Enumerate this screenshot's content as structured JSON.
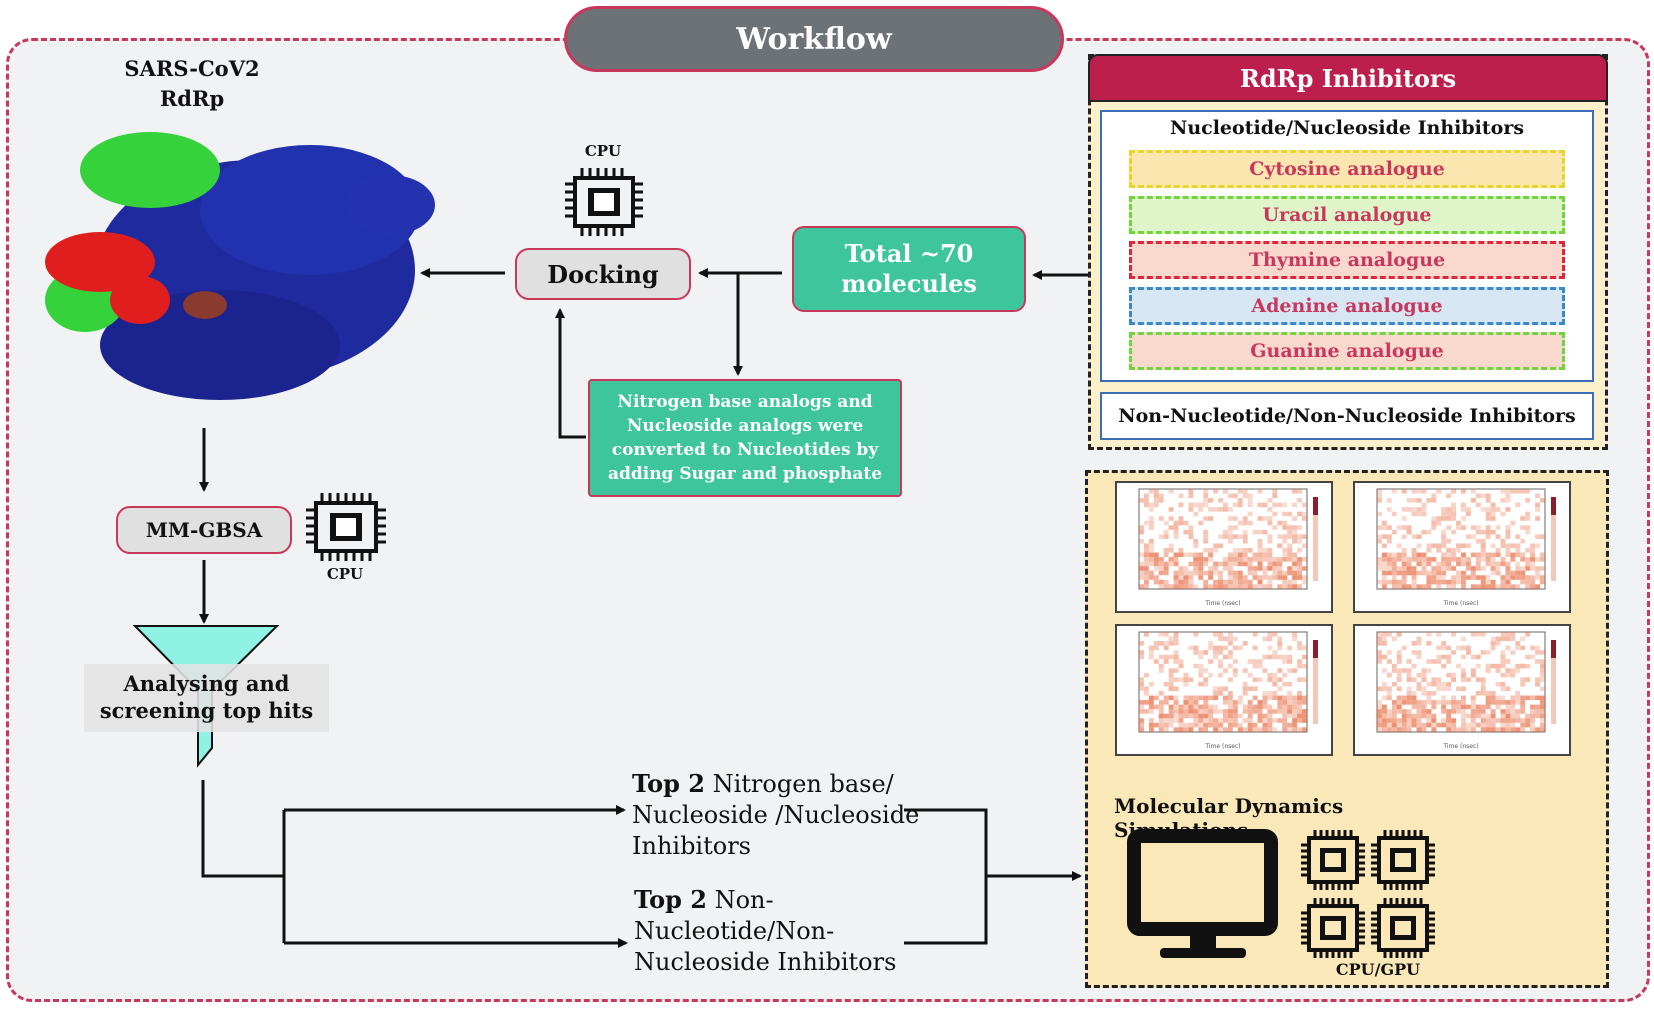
{
  "title": "Workflow",
  "protein": {
    "line1": "SARS-CoV2",
    "line2": "RdRp"
  },
  "cpu_label": "CPU",
  "docking": "Docking",
  "total": {
    "line1": "Total ~70",
    "line2": "molecules"
  },
  "conversion": {
    "line1": "Nitrogen base analogs and",
    "line2": "Nucleoside analogs were",
    "line3": "converted to Nucleotides by",
    "line4": "adding Sugar and phosphate"
  },
  "mmgbsa": "MM-GBSA",
  "screening": {
    "line1": "Analysing and",
    "line2": "screening top hits"
  },
  "rdrp_inhibitors": {
    "title": "RdRp Inhibitors",
    "nucleotide_title": "Nucleotide/Nucleoside Inhibitors",
    "analogs": [
      {
        "label": "Cytosine analogue",
        "fill": "#fbe6b0",
        "border": "#e6d62a"
      },
      {
        "label": "Uracil analogue",
        "fill": "#dff4c8",
        "border": "#6fd63a"
      },
      {
        "label": "Thymine analogue",
        "fill": "#f9d9cd",
        "border": "#e0253c"
      },
      {
        "label": "Adenine analogue",
        "fill": "#d6e6f2",
        "border": "#3a8ac9"
      },
      {
        "label": "Guanine analogue",
        "fill": "#f9d9cd",
        "border": "#6fd63a"
      }
    ],
    "non_nucleotide": "Non-Nucleotide/Non-Nucleoside Inhibitors"
  },
  "top1": {
    "bold": "Top 2",
    "line1": " Nitrogen base/",
    "line2": "Nucleoside /Nucleoside",
    "line3": "Inhibitors"
  },
  "top2": {
    "bold": "Top 2",
    "line1": " Non-",
    "line2": "Nucleotide/Non-",
    "line3": "Nucleoside Inhibitors"
  },
  "md": {
    "title": "Molecular Dynamics Simulations",
    "hw_label": "CPU/GPU",
    "heatmap_xlabel": "Time (nsec)"
  },
  "colors": {
    "accent": "#c8385c",
    "teal": "#3fc59c",
    "rdrp_head": "#bd1f4d"
  }
}
